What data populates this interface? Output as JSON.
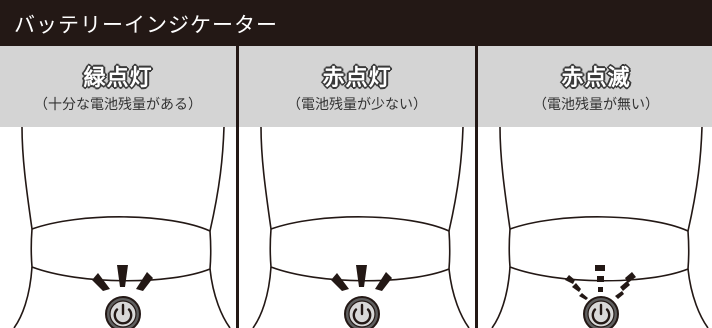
{
  "title": "バッテリーインジケーター",
  "panels": [
    {
      "status": "緑点灯",
      "description": "（十分な電池残量がある）",
      "indicator": "solid"
    },
    {
      "status": "赤点灯",
      "description": "（電池残量が少ない）",
      "indicator": "solid"
    },
    {
      "status": "赤点滅",
      "description": "（電池残量が無い）",
      "indicator": "dashed"
    }
  ],
  "icons": [
    "power-icon",
    "light-rays-icon",
    "arrow-right-icon"
  ],
  "colors": {
    "header_bg": "#231815",
    "panel_head_bg": "#d4d4d4",
    "button_gray": "#5f5f5f",
    "line": "#231815"
  }
}
